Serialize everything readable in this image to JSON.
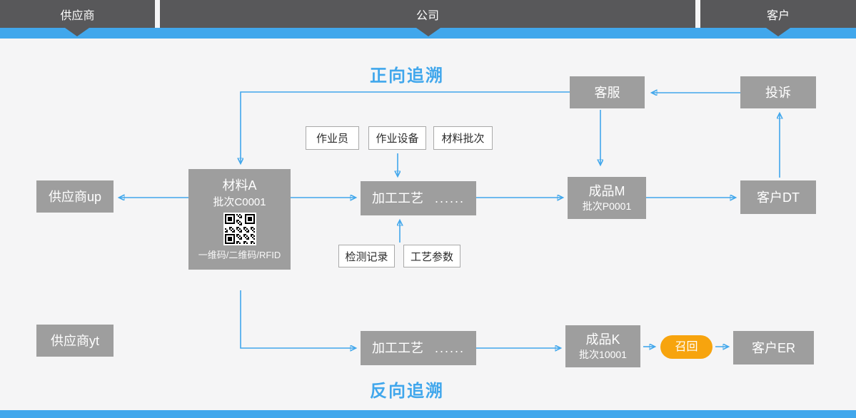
{
  "header": {
    "segments": [
      {
        "label": "供应商"
      },
      {
        "label": "公司"
      },
      {
        "label": "客户"
      }
    ]
  },
  "titles": {
    "forward": "正向追溯",
    "backward": "反向追溯"
  },
  "nodes": {
    "service": {
      "label": "客服"
    },
    "complaint": {
      "label": "投诉"
    },
    "supplier_up": {
      "label": "供应商up"
    },
    "material_a": {
      "title": "材料A",
      "batch": "批次C0001",
      "code_label": "一维码/二维码/RFID"
    },
    "process_top": {
      "label": "加工工艺",
      "dots": "......"
    },
    "product_m": {
      "title": "成品M",
      "batch": "批次P0001"
    },
    "customer_dt": {
      "label": "客户DT"
    },
    "supplier_yt": {
      "label": "供应商yt"
    },
    "process_bottom": {
      "label": "加工工艺",
      "dots": "......"
    },
    "product_k": {
      "title": "成品K",
      "batch": "批次10001"
    },
    "recall": {
      "label": "召回"
    },
    "customer_er": {
      "label": "客户ER"
    }
  },
  "tags": {
    "worker": "作业员",
    "equipment": "作业设备",
    "material_batch": "材料批次",
    "inspection": "检测记录",
    "process_params": "工艺参数"
  },
  "icons": {
    "qr_code": "qr-code"
  },
  "colors": {
    "accent_blue": "#41a7ec",
    "header_dark": "#58585a",
    "node_gray": "#9e9e9e",
    "recall_orange": "#f7a40e",
    "background": "#f5f5f6"
  }
}
